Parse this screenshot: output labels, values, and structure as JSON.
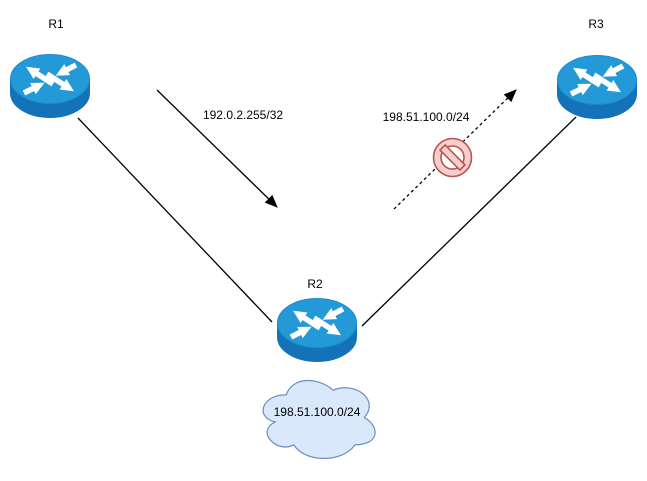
{
  "diagram": {
    "type": "network-topology",
    "background": "#ffffff",
    "nodes": {
      "r1": {
        "label": "R1",
        "kind": "router"
      },
      "r2": {
        "label": "R2",
        "kind": "router"
      },
      "r3": {
        "label": "R3",
        "kind": "router"
      },
      "cloud": {
        "label": "198.51.100.0/24",
        "kind": "network-cloud"
      }
    },
    "links": [
      {
        "name": "r1-r2",
        "style": "solid-line"
      },
      {
        "name": "r2-r3",
        "style": "solid-line"
      }
    ],
    "routes": {
      "advertised": {
        "label": "192.0.2.255/32",
        "style": "solid-arrow"
      },
      "blocked": {
        "label": "198.51.100.0/24",
        "style": "dashed-arrow",
        "blocked": true
      }
    },
    "colors": {
      "router_top": "#2399D8",
      "router_body": "#1372B8",
      "router_arrows": "#ffffff",
      "cloud_fill": "#DAE8FC",
      "cloud_stroke": "#6C8EBF",
      "blocked_fill": "#F8CECC",
      "blocked_stroke": "#B85450",
      "line": "#000000",
      "text": "#000000"
    }
  }
}
